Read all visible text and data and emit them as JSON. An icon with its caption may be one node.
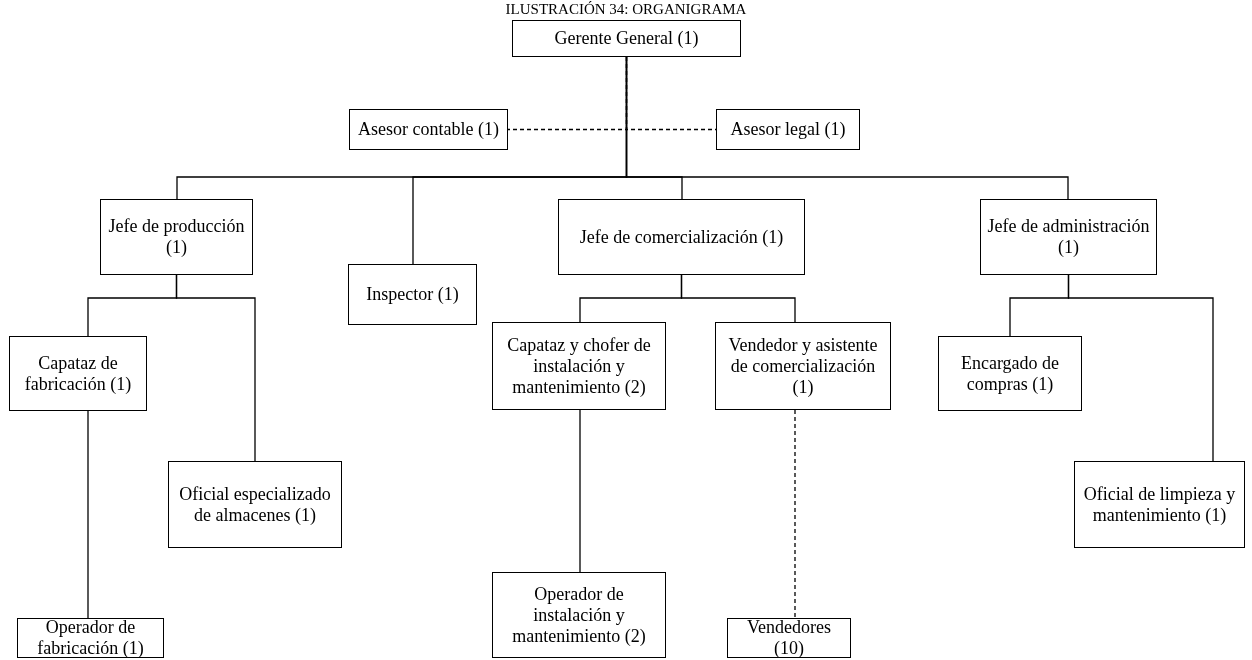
{
  "diagram": {
    "title": "ILUSTRACIÓN 34: ORGANIGRAMA",
    "nodes": [
      {
        "text": [
          "Gerente General (1)"
        ]
      },
      {
        "text": [
          "Asesor contable (1)"
        ]
      },
      {
        "text": [
          "Asesor legal (1)"
        ]
      },
      {
        "text": [
          "Jefe de producción (1)"
        ]
      },
      {
        "text": [
          "Inspector (1)"
        ]
      },
      {
        "text": [
          "Jefe de comercialización (1)"
        ]
      },
      {
        "text": [
          "Jefe de administración (1)"
        ]
      },
      {
        "text": [
          "Capataz de fabricación (1)"
        ]
      },
      {
        "text": [
          "Oficial especializado de almacenes (1)"
        ]
      },
      {
        "text": [
          "Operador de fabricación (1)"
        ]
      },
      {
        "text": [
          "Capataz y chofer de instalación y mantenimiento (2)"
        ]
      },
      {
        "text": [
          "Vendedor y asistente de comercialización (1)"
        ]
      },
      {
        "text": [
          "Encargado de compras (1)"
        ]
      },
      {
        "text": [
          "Oficial de limpieza y mantenimiento (1)"
        ]
      },
      {
        "text": [
          "Operador de instalación y mantenimiento (2)"
        ]
      },
      {
        "text": [
          "Vendedores (10)"
        ]
      }
    ],
    "edges": [
      {
        "from": 0,
        "to": 1,
        "arrow": "none",
        "style": "dashed"
      },
      {
        "from": 0,
        "to": 2,
        "arrow": "none",
        "style": "dashed"
      },
      {
        "from": 0,
        "to": 3,
        "arrow": "none"
      },
      {
        "from": 0,
        "to": 4,
        "arrow": "none"
      },
      {
        "from": 0,
        "to": 5,
        "arrow": "none"
      },
      {
        "from": 0,
        "to": 6,
        "arrow": "none"
      },
      {
        "from": 3,
        "to": 7,
        "arrow": "none"
      },
      {
        "from": 3,
        "to": 8,
        "arrow": "none"
      },
      {
        "from": 7,
        "to": 9,
        "arrow": "none"
      },
      {
        "from": 5,
        "to": 10,
        "arrow": "none"
      },
      {
        "from": 5,
        "to": 11,
        "arrow": "none"
      },
      {
        "from": 10,
        "to": 14,
        "arrow": "none"
      },
      {
        "from": 11,
        "to": 15,
        "arrow": "none",
        "style": "dashed"
      },
      {
        "from": 6,
        "to": 12,
        "arrow": "none"
      },
      {
        "from": 6,
        "to": 13,
        "arrow": "none"
      }
    ]
  }
}
